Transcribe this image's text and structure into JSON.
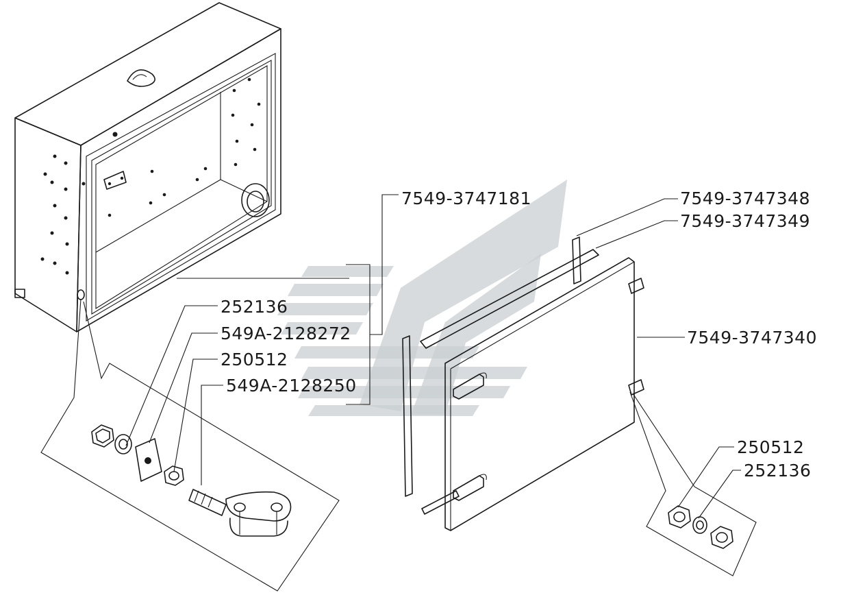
{
  "labels": {
    "bracket_top": "7549-3747181",
    "seal_upper_1": "7549-3747348",
    "seal_upper_2": "7549-3747349",
    "door": "7549-3747340",
    "nut_left": "252136",
    "plate_left": "549A-2128272",
    "nut_left_2": "250512",
    "bolt_left": "549A-2128250",
    "nut_right": "250512",
    "nut_right_2": "252136"
  }
}
